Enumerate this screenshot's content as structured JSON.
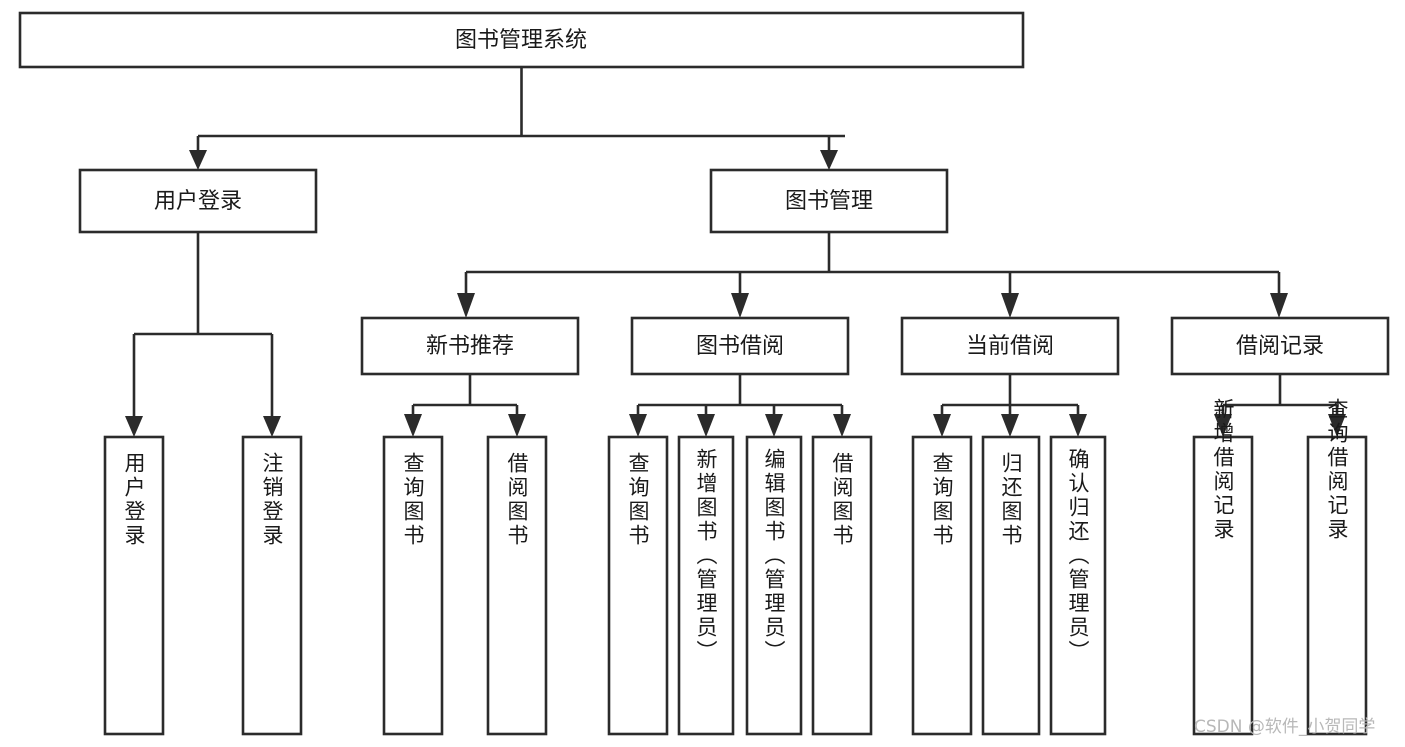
{
  "diagram": {
    "type": "tree-hierarchy",
    "orientation": "top-down",
    "root": {
      "id": "root",
      "label": "图书管理系统"
    },
    "level1": [
      {
        "id": "user-login",
        "label": "用户登录"
      },
      {
        "id": "book-manage",
        "label": "图书管理"
      }
    ],
    "level2": [
      {
        "id": "new-book-recommend",
        "label": "新书推荐",
        "parent": "book-manage"
      },
      {
        "id": "book-borrow",
        "label": "图书借阅",
        "parent": "book-manage"
      },
      {
        "id": "current-borrow",
        "label": "当前借阅",
        "parent": "book-manage"
      },
      {
        "id": "borrow-record",
        "label": "借阅记录",
        "parent": "book-manage"
      }
    ],
    "leaves": [
      {
        "id": "leaf-user-login",
        "label": "用户登录",
        "parent": "user-login"
      },
      {
        "id": "leaf-user-logout",
        "label": "注销登录",
        "parent": "user-login"
      },
      {
        "id": "leaf-query-book-1",
        "label": "查询图书",
        "parent": "new-book-recommend"
      },
      {
        "id": "leaf-borrow-book-1",
        "label": "借阅图书",
        "parent": "new-book-recommend"
      },
      {
        "id": "leaf-query-book-2",
        "label": "查询图书",
        "parent": "book-borrow"
      },
      {
        "id": "leaf-add-book",
        "label": "新增图书（管理员）",
        "parent": "book-borrow"
      },
      {
        "id": "leaf-edit-book",
        "label": "编辑图书（管理员）",
        "parent": "book-borrow"
      },
      {
        "id": "leaf-borrow-book-2",
        "label": "借阅图书",
        "parent": "book-borrow"
      },
      {
        "id": "leaf-query-book-3",
        "label": "查询图书",
        "parent": "current-borrow"
      },
      {
        "id": "leaf-return-book",
        "label": "归还图书",
        "parent": "current-borrow"
      },
      {
        "id": "leaf-confirm-return",
        "label": "确认归还（管理员）",
        "parent": "current-borrow"
      },
      {
        "id": "leaf-add-record",
        "label": "新增借阅记录",
        "parent": "borrow-record"
      },
      {
        "id": "leaf-query-record",
        "label": "查询借阅记录",
        "parent": "borrow-record"
      }
    ]
  },
  "watermark": {
    "text": "CSDN @软件_小贺同学"
  },
  "colors": {
    "stroke": "#2b2b2b",
    "fill": "#ffffff",
    "text": "#1a1a1a",
    "watermark": "#b8b8b8"
  }
}
